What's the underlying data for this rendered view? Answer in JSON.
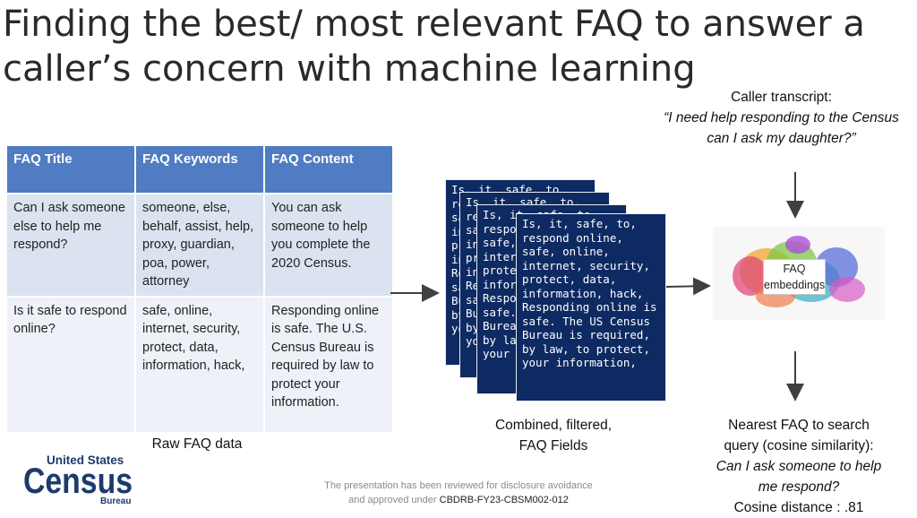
{
  "title_line1": "Finding the best/ most relevant FAQ to answer a",
  "title_line2": "caller’s concern with machine learning",
  "caller": {
    "label": "Caller transcript:",
    "quote_line1": "“I need help responding to the Census",
    "quote_line2": "can I ask my daughter?”"
  },
  "faq_table": {
    "headers": [
      "FAQ Title",
      "FAQ Keywords",
      "FAQ Content"
    ],
    "rows": [
      [
        "Can I ask someone else to help me respond?",
        "someone, else, behalf, assist, help, proxy, guardian, poa, power, attorney",
        "You can ask someone to help you complete the 2020 Census."
      ],
      [
        "Is it safe to respond online?",
        "safe, online, internet, security, protect, data, information, hack,",
        "Responding online is safe. The U.S. Census Bureau is required by law to protect your information."
      ]
    ],
    "caption": "Raw FAQ data"
  },
  "fields": {
    "text": "Is, it, safe, to, respond online, safe, online, internet, security, protect, data, information, hack, Responding online is safe. The US Census Bureau is required, by law, to protect, your information,",
    "caption_line1": "Combined, filtered,",
    "caption_line2": "FAQ Fields"
  },
  "embeddings": {
    "label_line1": "FAQ",
    "label_line2": "embeddings"
  },
  "result": {
    "line1": "Nearest FAQ to search",
    "line2": "query (cosine similarity):",
    "line3": "Can I ask someone to help",
    "line4": "me respond?",
    "line5": "Cosine distance : .81"
  },
  "footer": {
    "line1": "The presentation has been reviewed for disclosure avoidance",
    "line2_prefix": "and approved under",
    "code": "CBDRB-FY23-CBSM002-012"
  },
  "logo": {
    "line1": "United States",
    "line2": "Census",
    "line3": "Bureau"
  },
  "colors": {
    "header_blue": "#4f7cc2",
    "card_navy": "#0e2a62",
    "logo_navy": "#1d3a6b"
  }
}
